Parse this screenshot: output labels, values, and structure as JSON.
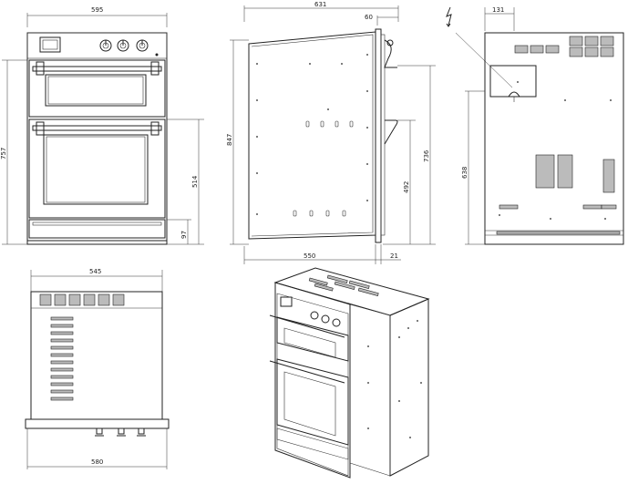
{
  "dimensions": {
    "front_width": "595",
    "front_height": "757",
    "front_lower_height": "514",
    "front_drawer_height": "97",
    "side_depth": "631",
    "side_top_offset": "60",
    "side_height": "847",
    "side_body_depth": "550",
    "side_door_thickness": "21",
    "side_bracket_height": "736",
    "side_lower_bracket_height": "492",
    "rear_offset": "131",
    "rear_height": "638",
    "top_width": "545",
    "top_total_width": "580"
  },
  "icons": {
    "electrical_symbol": "lightning-bolt-icon"
  }
}
